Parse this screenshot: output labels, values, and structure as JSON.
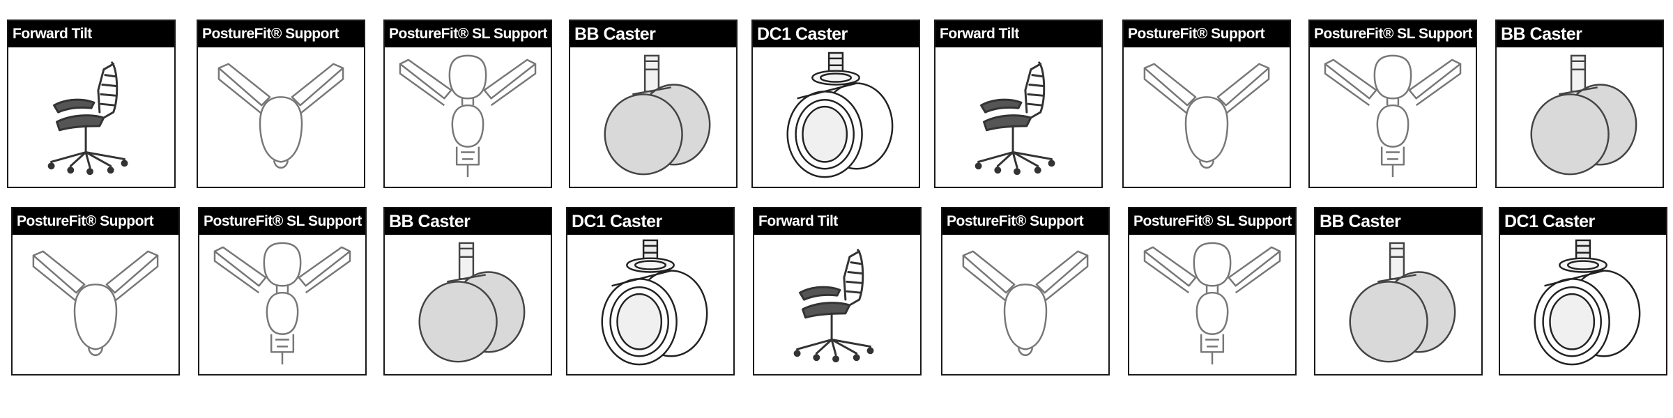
{
  "colors": {
    "header_bg": "#000000",
    "header_text": "#ffffff",
    "border": "#1a1a1a",
    "line_art": "#777777",
    "dark_art": "#333333",
    "caster_fill": "#d9d9d9"
  },
  "rows": [
    {
      "tiles": [
        {
          "label": "Forward Tilt",
          "icon": "chair-icon"
        },
        {
          "label": "PostureFit® Support",
          "icon": "posturefit-support-icon"
        },
        {
          "label": "PostureFit® SL Support",
          "icon": "posturefit-sl-support-icon"
        },
        {
          "label": "BB Caster",
          "icon": "bb-caster-icon"
        },
        {
          "label": "DC1 Caster",
          "icon": "dc1-caster-icon"
        },
        {
          "label": "Forward Tilt",
          "icon": "chair-icon"
        },
        {
          "label": "PostureFit® Support",
          "icon": "posturefit-support-icon"
        },
        {
          "label": "PostureFit® SL Support",
          "icon": "posturefit-sl-support-icon"
        },
        {
          "label": "BB Caster",
          "icon": "bb-caster-icon"
        }
      ]
    },
    {
      "tiles": [
        {
          "label": "PostureFit® Support",
          "icon": "posturefit-support-icon"
        },
        {
          "label": "PostureFit® SL Support",
          "icon": "posturefit-sl-support-icon"
        },
        {
          "label": "BB Caster",
          "icon": "bb-caster-icon"
        },
        {
          "label": "DC1 Caster",
          "icon": "dc1-caster-icon"
        },
        {
          "label": "Forward Tilt",
          "icon": "chair-icon"
        },
        {
          "label": "PostureFit® Support",
          "icon": "posturefit-support-icon"
        },
        {
          "label": "PostureFit® SL Support",
          "icon": "posturefit-sl-support-icon"
        },
        {
          "label": "BB Caster",
          "icon": "bb-caster-icon"
        },
        {
          "label": "DC1 Caster",
          "icon": "dc1-caster-icon"
        }
      ]
    }
  ]
}
